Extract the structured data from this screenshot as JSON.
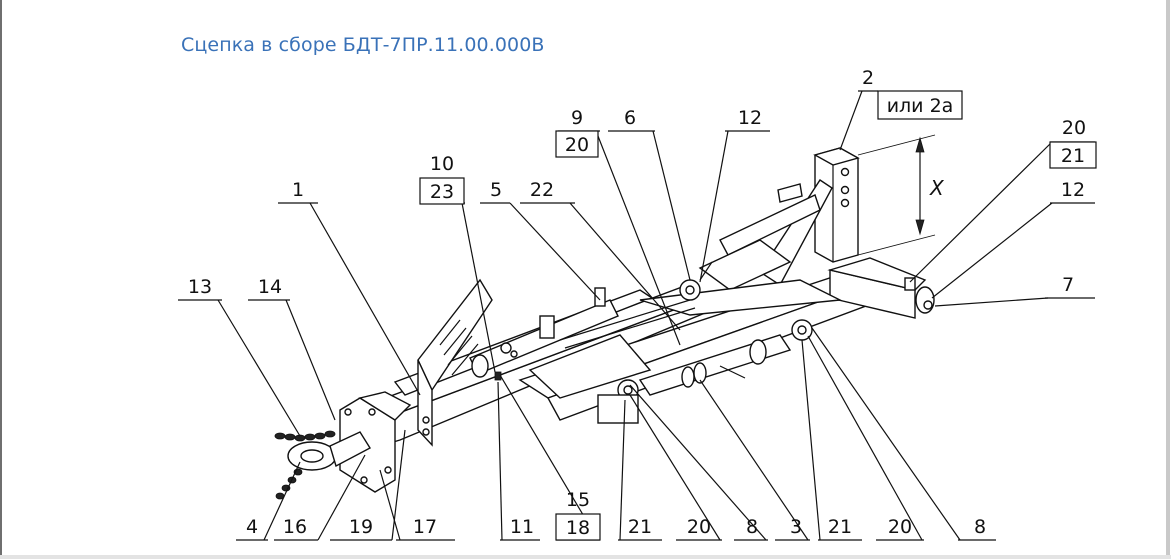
{
  "title": "Сцепка в сборе БДТ-7ПР.11.00.000В",
  "dimension_label": "X",
  "callouts": [
    {
      "id": "c1",
      "text": "1"
    },
    {
      "id": "c2",
      "text": "2"
    },
    {
      "id": "c2a",
      "text": "или 2а"
    },
    {
      "id": "c3",
      "text": "3"
    },
    {
      "id": "c4",
      "text": "4"
    },
    {
      "id": "c5",
      "text": "5"
    },
    {
      "id": "c6",
      "text": "6"
    },
    {
      "id": "c7",
      "text": "7"
    },
    {
      "id": "c8a",
      "text": "8"
    },
    {
      "id": "c8b",
      "text": "8"
    },
    {
      "id": "c9",
      "text": "9"
    },
    {
      "id": "c9b",
      "text": "20"
    },
    {
      "id": "c10",
      "text": "10"
    },
    {
      "id": "c10b",
      "text": "23"
    },
    {
      "id": "c11",
      "text": "11"
    },
    {
      "id": "c12a",
      "text": "12"
    },
    {
      "id": "c12b",
      "text": "12"
    },
    {
      "id": "c13",
      "text": "13"
    },
    {
      "id": "c14",
      "text": "14"
    },
    {
      "id": "c15",
      "text": "15"
    },
    {
      "id": "c15b",
      "text": "18"
    },
    {
      "id": "c16",
      "text": "16"
    },
    {
      "id": "c17",
      "text": "17"
    },
    {
      "id": "c19",
      "text": "19"
    },
    {
      "id": "c20a",
      "text": "20"
    },
    {
      "id": "c20b",
      "text": "21"
    },
    {
      "id": "c20c",
      "text": "20"
    },
    {
      "id": "c20d",
      "text": "20"
    },
    {
      "id": "c21a",
      "text": "21"
    },
    {
      "id": "c21b",
      "text": "21"
    },
    {
      "id": "c22",
      "text": "22"
    }
  ]
}
